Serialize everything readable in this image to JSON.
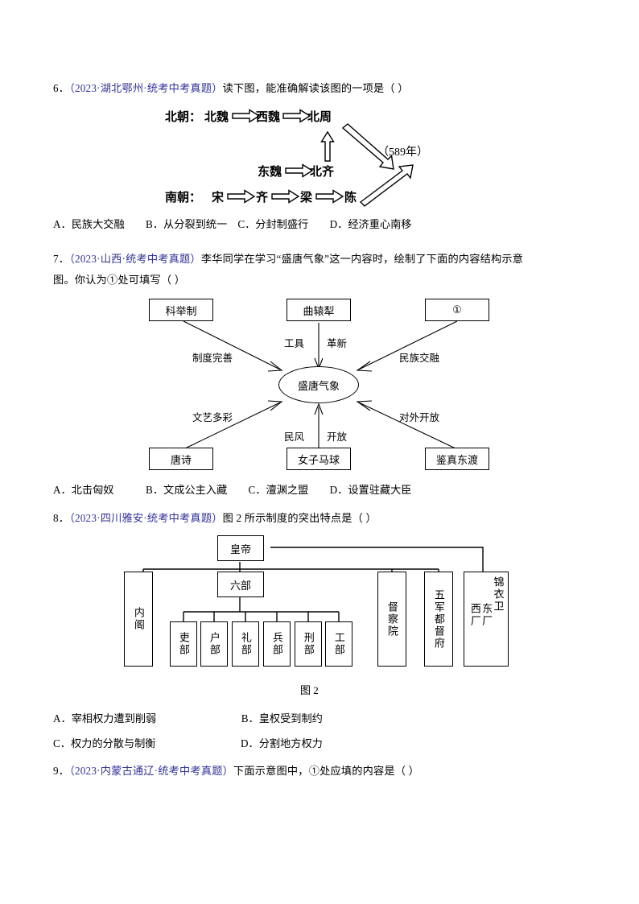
{
  "questions": [
    {
      "number": "6．",
      "source": "（2023·湖北鄂州·统考中考真题）",
      "stem": "读下图，能准确解读该图的一项是（      ）",
      "options": "A．民族大交融　　B．从分裂到统一　C．分封制盛行　　D．经济重心南移"
    },
    {
      "number": "7．",
      "source": "（2023·山西·统考中考真题）",
      "stem": "李华同学在学习“盛唐气象”这一内容时，绘制了下面的内容结构示意",
      "stem2": "图。你认为①处可填写（      ）",
      "options": "A．北击匈奴　　　B．文成公主入藏　　C．澶渊之盟　　D．设置驻藏大臣"
    },
    {
      "number": "8．",
      "source": "（2023·四川雅安·统考中考真题）",
      "stem": "图 2 所示制度的突出特点是（      ）",
      "options_row1": "A．宰相权力遭到削弱　　　　　　　　B．皇权受到制约",
      "options_row2": "C．权力的分散与制衡　　　　　　　　D．分割地方权力"
    },
    {
      "number": "9．",
      "source": "（2023·内蒙古通辽·统考中考真题）",
      "stem": "下面示意图中，①处应填的内容是（      ）"
    }
  ],
  "diagram1": {
    "north_prefix": "北朝：",
    "north_nodes": [
      "北魏",
      "西魏",
      "北周"
    ],
    "middle_nodes": [
      "东魏",
      "北齐"
    ],
    "south_prefix": "南朝：",
    "south_nodes": [
      "宋",
      "齐",
      "梁",
      "陈"
    ],
    "year_label": "（589年）"
  },
  "diagram2": {
    "center": "盛唐气象",
    "top_boxes": [
      "科举制",
      "曲辕犁",
      "①"
    ],
    "bottom_boxes": [
      "唐诗",
      "女子马球",
      "鉴真东渡"
    ],
    "edge_labels": {
      "top_left": "制度完善",
      "top_mid_left": "工具",
      "top_mid_right": "革新",
      "top_right": "民族交融",
      "bottom_left": "文艺多彩",
      "bottom_mid_left": "民风",
      "bottom_mid_right": "开放",
      "bottom_right": "对外开放"
    }
  },
  "diagram3": {
    "emperor": "皇帝",
    "cabinet": "内阁",
    "six_ministries_title": "六部",
    "six_ministries": [
      "吏部",
      "户部",
      "礼部",
      "兵部",
      "刑部",
      "工部"
    ],
    "censorate": "督察院",
    "military": "五军都督府",
    "secret_police": [
      "锦衣卫",
      "东厂",
      "西厂"
    ],
    "caption": "图 2"
  }
}
